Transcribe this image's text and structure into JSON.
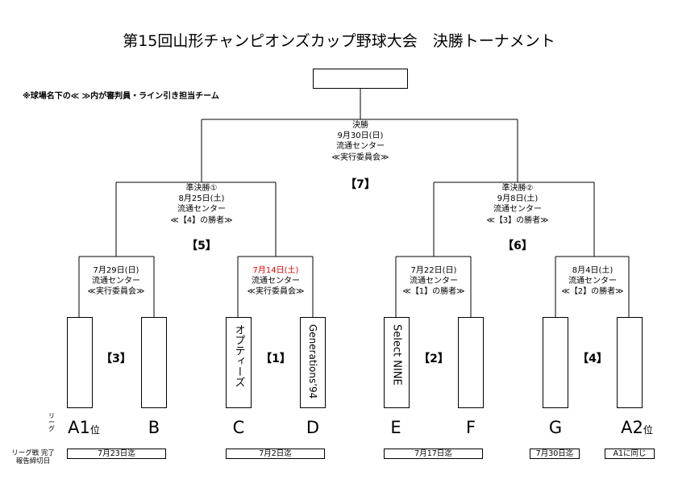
{
  "title": "第15回山形チャンピオンズカップ野球大会　決勝トーナメント",
  "note": "※球場名下の≪ ≫内が審判員・ライン引き担当チーム",
  "final": {
    "lines": [
      "決勝",
      "9月30日(日)",
      "流通センター",
      "≪実行委員会≫"
    ],
    "game_no": "【7】"
  },
  "semi1": {
    "lines": [
      "準決勝①",
      "8月25日(土)",
      "流通センター",
      "≪【4】の勝者≫"
    ],
    "game_no": "【5】"
  },
  "semi2": {
    "lines": [
      "準決勝②",
      "9月8日(土)",
      "流通センター",
      "≪【3】の勝者≫"
    ],
    "game_no": "【6】"
  },
  "qf1": {
    "lines": [
      "7月29日(日)",
      "流通センター",
      "≪実行委員会≫"
    ],
    "game_no": "【3】"
  },
  "qf2": {
    "lines": [
      "7月14日(土)",
      "流通センター",
      "≪実行委員会≫"
    ],
    "game_no": "【1】",
    "date_color": "#dd0000"
  },
  "qf3": {
    "lines": [
      "7月22日(日)",
      "流通センター",
      "≪【1】の勝者≫"
    ],
    "game_no": "【2】"
  },
  "qf4": {
    "lines": [
      "8月4日(土)",
      "流通センター",
      "≪【2】の勝者≫"
    ],
    "game_no": "【4】"
  },
  "teams": {
    "C": "オプティーズ",
    "D": "Generations’94",
    "E": "Select NINE"
  },
  "slots": {
    "A1": "A1",
    "A1_rank": "位",
    "B": "B",
    "C": "C",
    "D": "D",
    "E": "E",
    "F": "F",
    "G": "G",
    "A2": "A2",
    "A2_rank": "位"
  },
  "league_label": "リーグ",
  "deadline_label": [
    "リーグ戦 完了",
    "報告締切日"
  ],
  "deadlines": {
    "AB": "7月23日迄",
    "CD": "7月2日迄",
    "EF": "7月17日迄",
    "G": "7月30日迄",
    "A2": "A1に同じ"
  }
}
